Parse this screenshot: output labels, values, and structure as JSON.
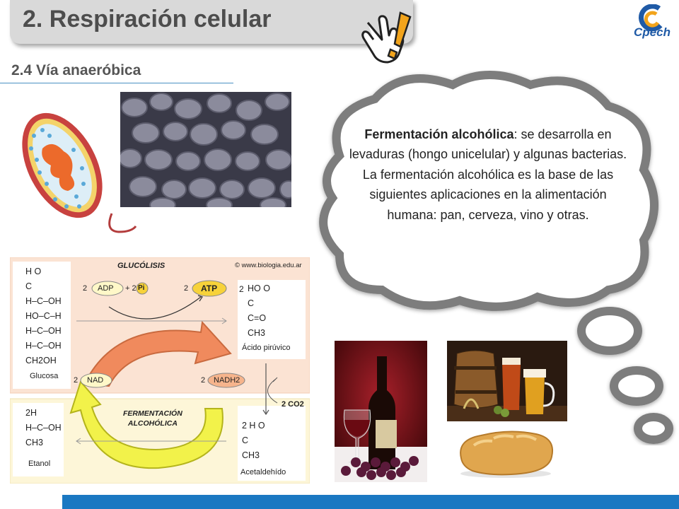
{
  "header": {
    "title": "2. Respiración celular",
    "subtitle": "2.4 Vía anaeróbica",
    "brand": "Cpech"
  },
  "cloud": {
    "bold_term": "Fermentación alcohólica",
    "lines": [
      ": se desarrolla en levaduras (hongo unicelular) y algunas bacterias.",
      "La fermentación alcohólica es la base de las siguientes aplicaciones en la alimentación humana: pan, cerveza, vino y otras."
    ]
  },
  "diagram": {
    "glucolisis_label": "GLUCÓLISIS",
    "credit": "© www.biologia.edu.ar",
    "adp_coef": "2",
    "adp": "ADP",
    "plus2": "+ 2",
    "pi": "Pi",
    "atp_coef": "2",
    "atp": "ATP",
    "glucose_formula": [
      "H   O",
      "    C",
      "H–C–OH",
      "HO–C–H",
      "H–C–OH",
      "H–C–OH",
      "   CH2OH"
    ],
    "glucose_name": "Glucosa",
    "pyruvate_coef": "2",
    "pyruvate_formula": [
      "HO   O",
      "    C",
      "    C=O",
      "    CH3"
    ],
    "pyruvate_name": "Ácido pirúvico",
    "nad_coef": "2",
    "nad": "NAD",
    "nadh_coef": "2",
    "nadh": "NADH2",
    "co2": "2 CO2",
    "fermentation_label": [
      "FERMENTACIÓN",
      "ALCOHÓLICA"
    ],
    "ethanol_formula": [
      "2H",
      "H–C–OH",
      "   CH3"
    ],
    "ethanol_name": "Etanol",
    "acetaldehyde_formula": [
      "2 H    O",
      "      C",
      "      CH3"
    ],
    "acetaldehyde_name": "Acetaldehído"
  },
  "colors": {
    "title_bar": "#d9d9d9",
    "title_text": "#4d4d4d",
    "accent_blue": "#1a78c2",
    "glycolysis_bg": "#fbe3d3",
    "fermentation_bg": "#fdf6d8",
    "orange_arrow": "#f08a5d",
    "yellow_arrow": "#f2f24a"
  }
}
